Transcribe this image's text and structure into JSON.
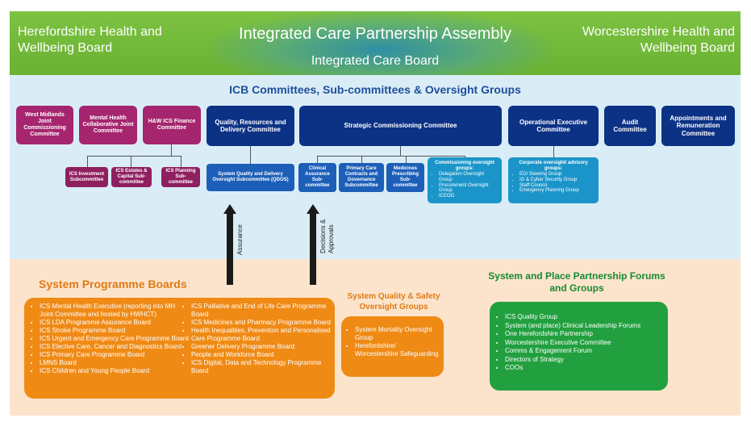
{
  "header": {
    "left": "Herefordshire Health and Wellbeing Board",
    "right": "Worcestershire Health and Wellbeing Board",
    "center": "Integrated Care Partnership Assembly",
    "sub": "Integrated Care Board"
  },
  "icb_section": {
    "title": "ICB Committees, Sub-committees & Oversight Groups",
    "top_boxes": {
      "wm": "West Midlands Joint Commissioning Committee",
      "mh": "Mental Health Collaborative Joint Committee",
      "finance": "H&W ICS Finance Committee",
      "quality": "Quality, Resources and Delivery Committee",
      "strategic": "Strategic Commissioning Committee",
      "operational": "Operational Executive Committee",
      "audit": "Audit Committee",
      "appointments": "Appointments and Remuneration Committee"
    },
    "finance_subs": [
      "ICS Investment Subcommittee",
      "ICS Estates & Capital Sub-committee",
      "ICS Planning Sub-committee"
    ],
    "qdos": "System Quality and Delivery Oversight Subcommittee (QDOS)",
    "strategic_subs": [
      "Clinical Assurance Sub-committee",
      "Primary Care Contracts and Governance Subcommittee",
      "Medicines Prescribing Sub-committee"
    ],
    "commissioning_groups": {
      "title": "Commissioning oversight groups:",
      "items": [
        "Delegation Oversight Group",
        "Procurement Oversight Group",
        "ICEOG"
      ]
    },
    "corporate_groups": {
      "title": "Corporate oversight/ advisory groups:",
      "items": [
        "EDI Steering Group",
        "IG & Cyber Security Group",
        "Staff Council",
        "Emergency Planning Group"
      ]
    }
  },
  "arrows": {
    "assurance": "Assurance",
    "decisions_1": "Decisions &",
    "decisions_2": "Approvals"
  },
  "programme_boards": {
    "title": "System Programme Boards",
    "left": [
      "ICS Mental Health Executive (reporting into MH Joint Committee and hosted by HWHCT)",
      "ICS LDA Programme Assurance Board",
      "ICS Stroke Programme Board",
      "ICS Urgent and Emergency Care Programme Board",
      "ICS Elective Care, Cancer and Diagnostics Board",
      "ICS Primary Care Programme Board",
      "LMNS Board",
      "ICS Children and Young  People Board"
    ],
    "right": [
      "ICS Palliative and End of Life Care Programme Board",
      "ICS Medicines and Pharmacy Programme Board",
      "Health Inequalities, Prevention and Personalised Care Programme Board",
      "Greener Delivery Programme Board",
      "People  and Workforce Board",
      "ICS Digital, Data and Technology Programme Board"
    ]
  },
  "quality_safety": {
    "title": "System Quality & Safety Oversight Groups",
    "items": [
      "System Mortality Oversight Group",
      "Herefordshire/ Worcestershire Safeguarding"
    ]
  },
  "partnership": {
    "title": "System and Place Partnership Forums and Groups",
    "items": [
      "ICS Quality Group",
      "System (and place) Clinical Leadership Forums",
      "One Herefordshire Partnership",
      "Worcestershire Executive Committee",
      "Comms & Engagement Forum",
      "Directors of Strategy",
      "COOs"
    ]
  },
  "colors": {
    "green_band": "#6ab232",
    "light_blue_band": "#daedf7",
    "peach_band": "#fce4cc",
    "magenta": "#a5256e",
    "navy": "#0c3285",
    "blue": "#1d5fb8",
    "teal": "#1b95c9",
    "orange": "#ef8a15",
    "green": "#22a03f"
  }
}
